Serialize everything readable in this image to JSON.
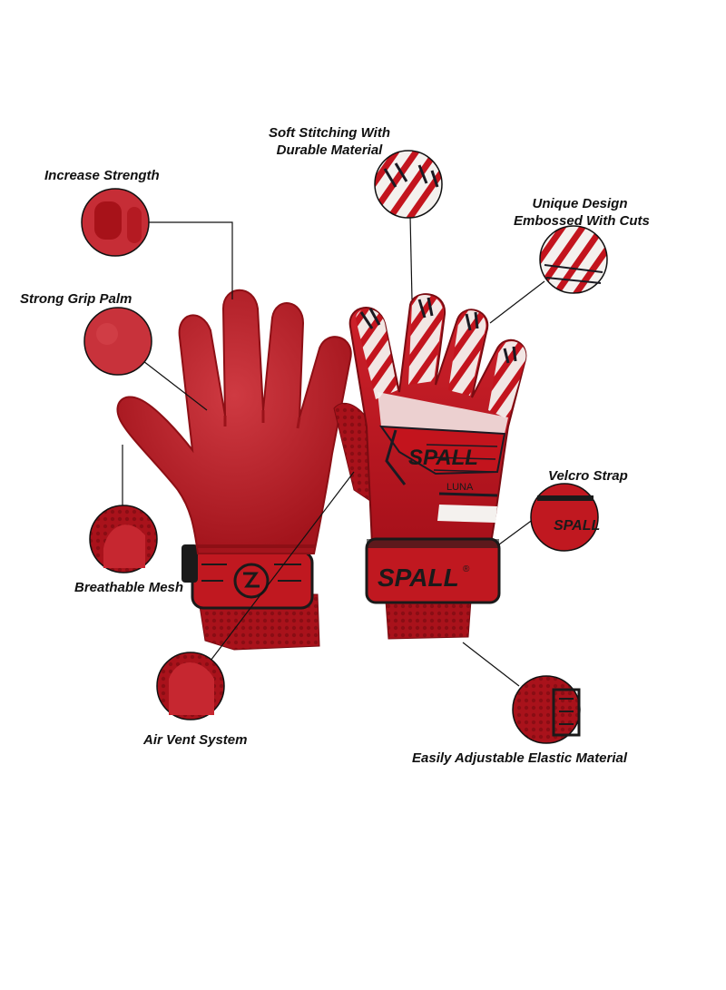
{
  "features": {
    "increase_strength": "Increase Strength",
    "strong_grip_palm": "Strong Grip Palm",
    "breathable_mesh": "Breathable Mesh",
    "air_vent_system": "Air Vent System",
    "soft_stitching_line1": "Soft Stitching With",
    "soft_stitching_line2": "Durable Material",
    "unique_design_line1": "Unique Design",
    "unique_design_line2": "Embossed With Cuts",
    "velcro_strap": "Velcro Strap",
    "elastic_material": "Easily Adjustable Elastic Material"
  },
  "brand": {
    "logo_text": "SPALL",
    "model_name": "LUNA",
    "registered_mark": "®"
  },
  "colors": {
    "glove_red": "#b5121b",
    "glove_dark_red": "#8c0f16",
    "latex_red": "#c0242d",
    "stripe_white": "#f4f1ee",
    "stripe_black": "#1a1a22"
  }
}
